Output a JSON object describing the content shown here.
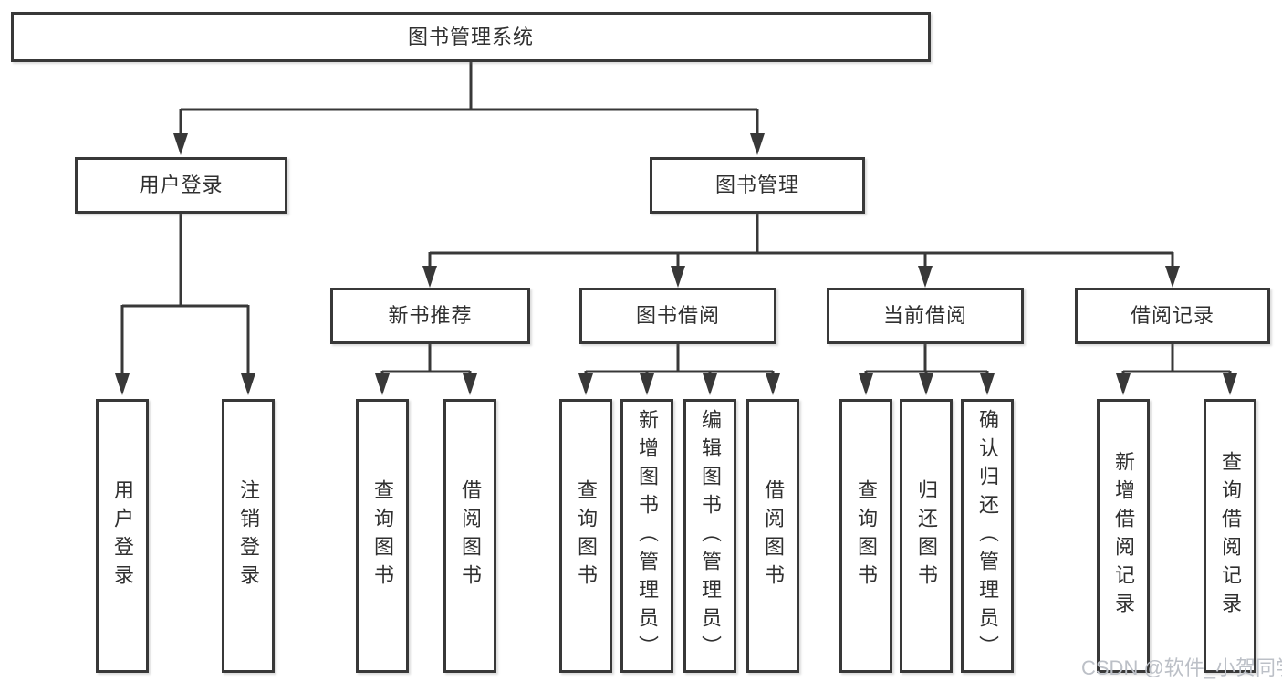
{
  "diagram": {
    "title": "图书管理系统",
    "children": [
      {
        "label": "用户登录",
        "children": [
          {
            "label": "用户登录"
          },
          {
            "label": "注销登录"
          }
        ]
      },
      {
        "label": "图书管理",
        "children": [
          {
            "label": "新书推荐",
            "children": [
              {
                "label": "查询图书"
              },
              {
                "label": "借阅图书"
              }
            ]
          },
          {
            "label": "图书借阅",
            "children": [
              {
                "label": "查询图书"
              },
              {
                "label": "新增图书（管理员）"
              },
              {
                "label": "编辑图书（管理员）"
              },
              {
                "label": "借阅图书"
              }
            ]
          },
          {
            "label": "当前借阅",
            "children": [
              {
                "label": "查询图书"
              },
              {
                "label": "归还图书"
              },
              {
                "label": "确认归还（管理员）"
              }
            ]
          },
          {
            "label": "借阅记录",
            "children": [
              {
                "label": "新增借阅记录"
              },
              {
                "label": "查询借阅记录"
              }
            ]
          }
        ]
      }
    ]
  },
  "watermark": {
    "text": "CSDN @软件_小贺同学"
  },
  "colors": {
    "line": "#383838",
    "box_border": "#383838",
    "text": "#303030",
    "background": "#ffffff",
    "watermark": "#bcc0c7"
  }
}
